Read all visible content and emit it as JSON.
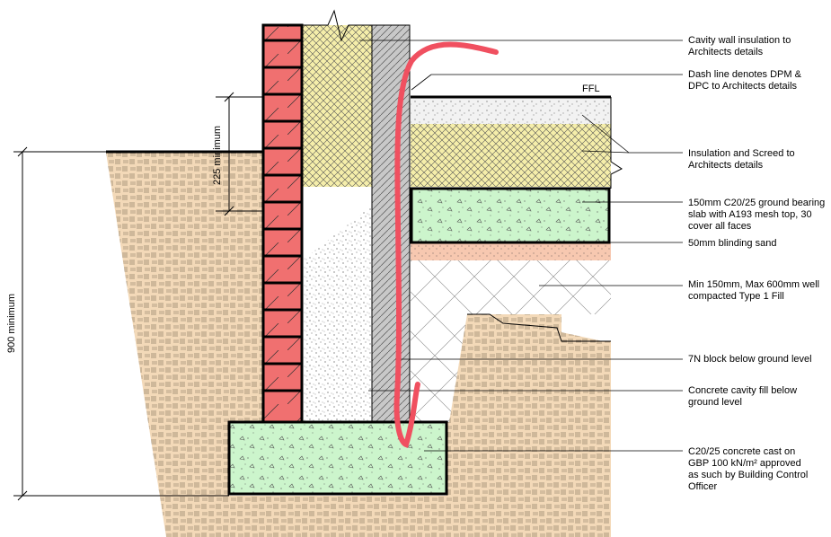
{
  "dimensions": {
    "overall_depth": "900 minimum",
    "dpc_height": "225 minimum"
  },
  "level_marker": "FFL",
  "notes": [
    {
      "id": "cavity-insulation",
      "text": "Cavity wall insulation to\nArchitects details"
    },
    {
      "id": "dpm-dpc",
      "text": "Dash line denotes DPM &\nDPC to Architects details"
    },
    {
      "id": "insulation-screed",
      "text": "Insulation and Screed to\nArchitects details"
    },
    {
      "id": "slab",
      "text": "150mm C20/25 ground bearing\nslab with A193 mesh top, 30\ncover all faces"
    },
    {
      "id": "blinding",
      "text": "50mm blinding sand"
    },
    {
      "id": "type1-fill",
      "text": "Min 150mm, Max 600mm well\ncompacted Type 1 Fill"
    },
    {
      "id": "block",
      "text": "7N block below ground level"
    },
    {
      "id": "cavity-fill",
      "text": "Concrete cavity fill below\nground level"
    },
    {
      "id": "foundation",
      "text": "C20/25 concrete cast on\nGBP 100 kN/m² approved\nas such by Building Control\nOfficer"
    }
  ],
  "colors": {
    "brick": "#f07070",
    "insulation": "#f5eeaa",
    "block": "#c8c8c8",
    "concrete_green": "#ccf5cc",
    "soil": "#f3d9b8",
    "sand": "#f7c8b0",
    "markup_red": "#f05060"
  }
}
